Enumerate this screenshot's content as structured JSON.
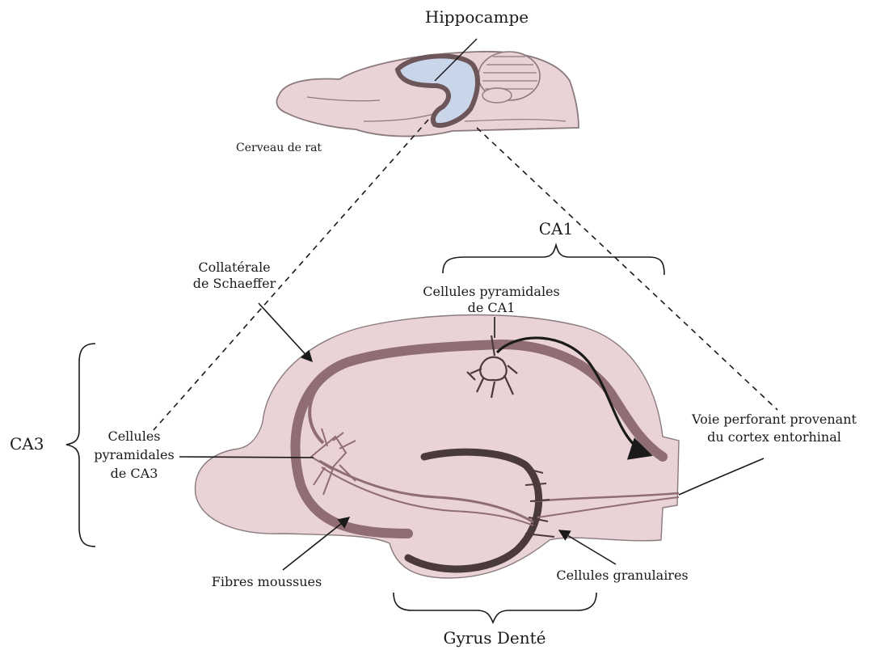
{
  "labels": {
    "hippocampe": "Hippocampe",
    "cerveau": "Cerveau de rat",
    "ca1": "CA1",
    "collaterale_1": "Collatérale",
    "collaterale_2": "de Schaeffer",
    "pyr_ca1_1": "Cellules pyramidales",
    "pyr_ca1_2": "de CA1",
    "ca3": "CA3",
    "pyr_ca3_1": "Cellules",
    "pyr_ca3_2": "pyramidales",
    "pyr_ca3_3": "de CA3",
    "voie_1": "Voie perforant provenant",
    "voie_2": "du cortex entorhinal",
    "fibres": "Fibres moussues",
    "granulaires": "Cellules granulaires",
    "gyrus": "Gyrus Denté"
  },
  "colors": {
    "tissue": "#e9d3d6",
    "tissue_stroke": "#8a7a7d",
    "pathway": "#8f6d72",
    "dentate": "#4a3a3c",
    "hippocampus_fill": "#c9d6ea",
    "hippocampus_ring": "#6d5659",
    "ink": "#1a1a1a"
  }
}
